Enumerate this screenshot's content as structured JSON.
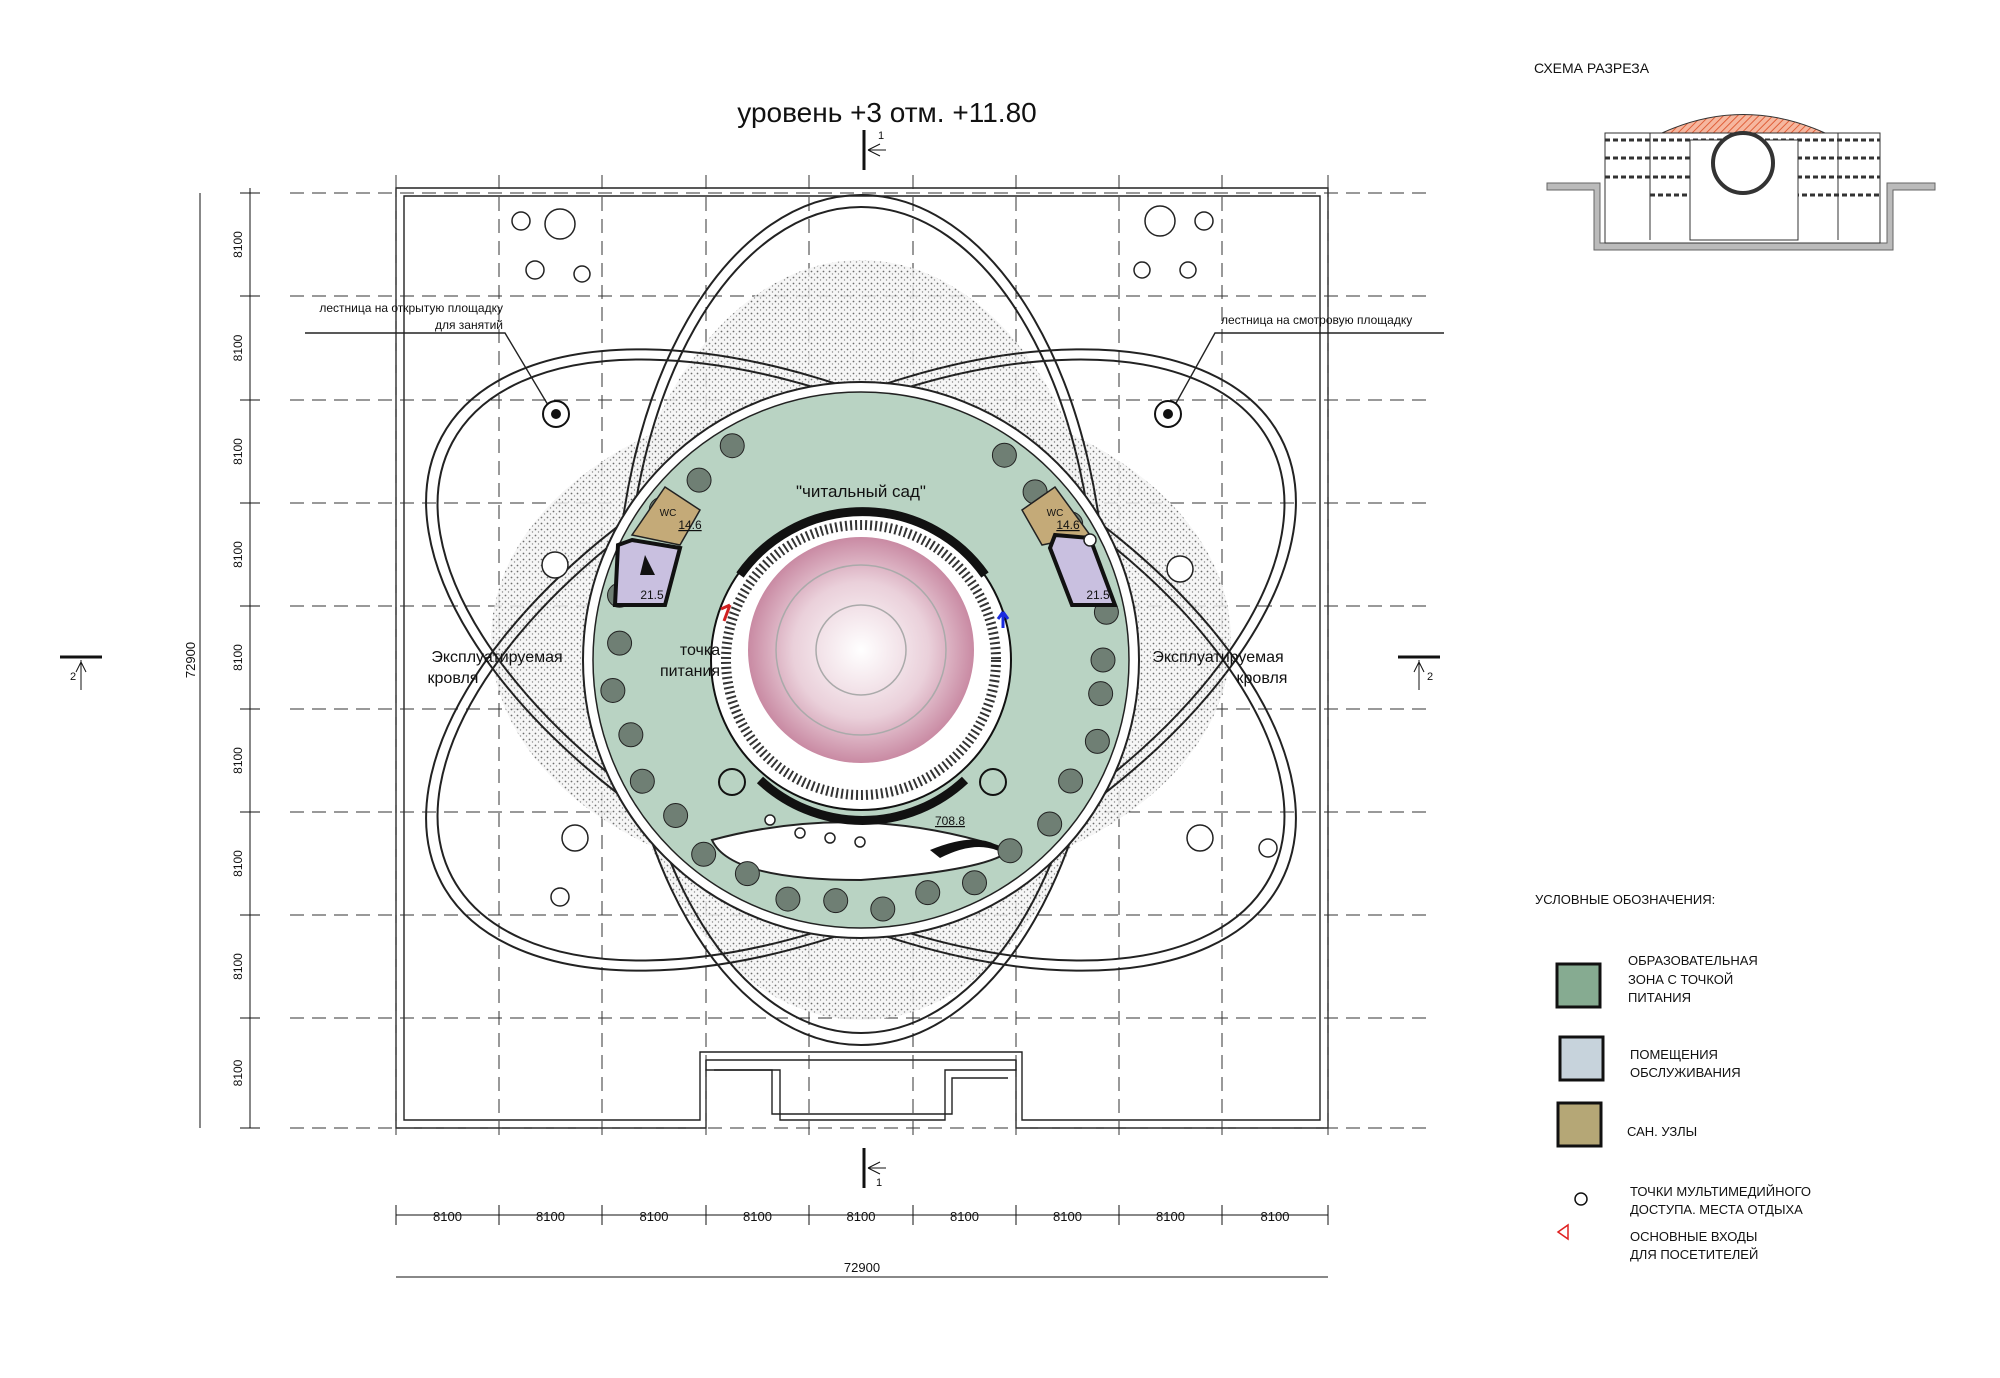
{
  "title": "уровень +3  отм. +11.80",
  "section_scheme": {
    "title": "СХЕМА РАЗРЕЗА"
  },
  "labels": {
    "left_stair_line1": "лестница на открытую площадку",
    "left_stair_line2": "для занятий",
    "right_stair": "лестница на смотровую площадку",
    "roof_left_1": "Эксплуатируемая",
    "roof_left_2": "кровля",
    "roof_right_1": "Эксплуатируемая",
    "roof_right_2": "кровля",
    "garden": "\"читальный сад\"",
    "food_1": "точка",
    "food_2": "питания",
    "wc_left": "WC",
    "wc_left_area": "14.6",
    "wc_right": "WC",
    "wc_right_area": "14.6",
    "stair_left_area": "21.5",
    "stair_right_area": "21.5",
    "main_area": "708.8"
  },
  "section_marks": {
    "top": "1",
    "bottom": "1",
    "left": "2",
    "right": "2"
  },
  "dimensions": {
    "vertical": [
      "8100",
      "8100",
      "8100",
      "8100",
      "8100",
      "8100",
      "8100",
      "8100",
      "8100"
    ],
    "vertical_total": "72900",
    "horizontal": [
      "8100",
      "8100",
      "8100",
      "8100",
      "8100",
      "8100",
      "8100",
      "8100",
      "8100"
    ],
    "horizontal_total": "72900"
  },
  "legend": {
    "title": "УСЛОВНЫЕ ОБОЗНАЧЕНИЯ:",
    "items": [
      {
        "lines": [
          "ОБРАЗОВАТЕЛЬНАЯ",
          "ЗОНА С ТОЧКОЙ",
          "ПИТАНИЯ"
        ],
        "color": "#86ab91"
      },
      {
        "lines": [
          "ПОМЕЩЕНИЯ",
          "ОБСЛУЖИВАНИЯ"
        ],
        "color": "#c7d3dc"
      },
      {
        "lines": [
          "САН. УЗЛЫ"
        ],
        "color": "#b5a776"
      },
      {
        "lines": [
          "ТОЧКИ МУЛЬТИМЕДИЙНОГО",
          "ДОСТУПА. МЕСТА ОТДЫХА"
        ],
        "symbol": "circle"
      },
      {
        "lines": [
          "ОСНОВНЫЕ ВХОДЫ",
          "ДЛЯ ПОСЕТИТЕЛЕЙ"
        ],
        "symbol": "triangle",
        "color": "#e02020"
      }
    ]
  },
  "colors": {
    "garden": "#b9d3c3",
    "wc": "#c4aa78",
    "stair": "#c9c0e0",
    "dome": "#d9a3b5",
    "section_roof": "#ef8a6a"
  }
}
